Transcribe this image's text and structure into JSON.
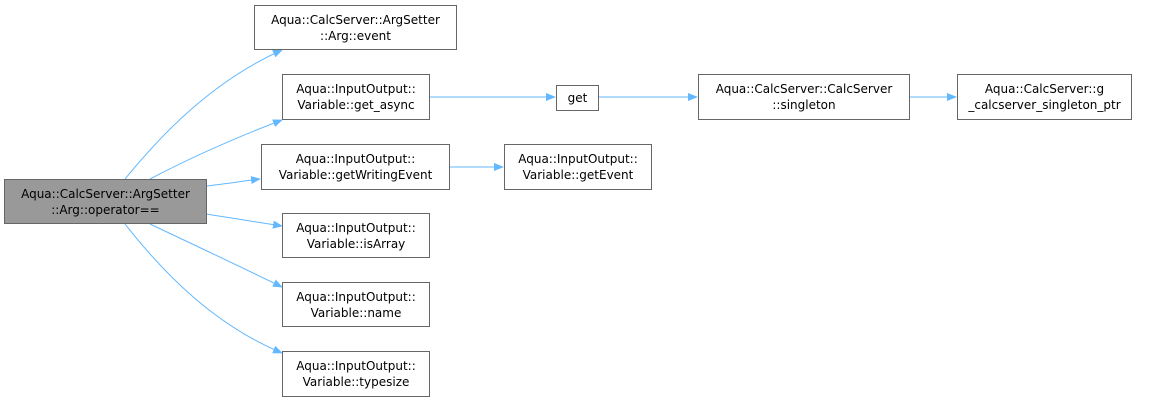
{
  "colors": {
    "edge": "#63b8ff",
    "node_border": "#666666",
    "node_fill": "#ffffff",
    "root_fill": "#999999"
  },
  "nodes": {
    "root": {
      "line1": "Aqua::CalcServer::ArgSetter",
      "line2": "::Arg::operator=="
    },
    "arg_event": {
      "line1": "Aqua::CalcServer::ArgSetter",
      "line2": "::Arg::event"
    },
    "get_async": {
      "line1": "Aqua::InputOutput::",
      "line2": "Variable::get_async"
    },
    "get": {
      "line1": "get"
    },
    "singleton": {
      "line1": "Aqua::CalcServer::CalcServer",
      "line2": "::singleton"
    },
    "singleton_ptr": {
      "line1": "Aqua::CalcServer::g",
      "line2": "_calcserver_singleton_ptr"
    },
    "get_writing_event": {
      "line1": "Aqua::InputOutput::",
      "line2": "Variable::getWritingEvent"
    },
    "get_event": {
      "line1": "Aqua::InputOutput::",
      "line2": "Variable::getEvent"
    },
    "is_array": {
      "line1": "Aqua::InputOutput::",
      "line2": "Variable::isArray"
    },
    "name": {
      "line1": "Aqua::InputOutput::",
      "line2": "Variable::name"
    },
    "typesize": {
      "line1": "Aqua::InputOutput::",
      "line2": "Variable::typesize"
    }
  }
}
